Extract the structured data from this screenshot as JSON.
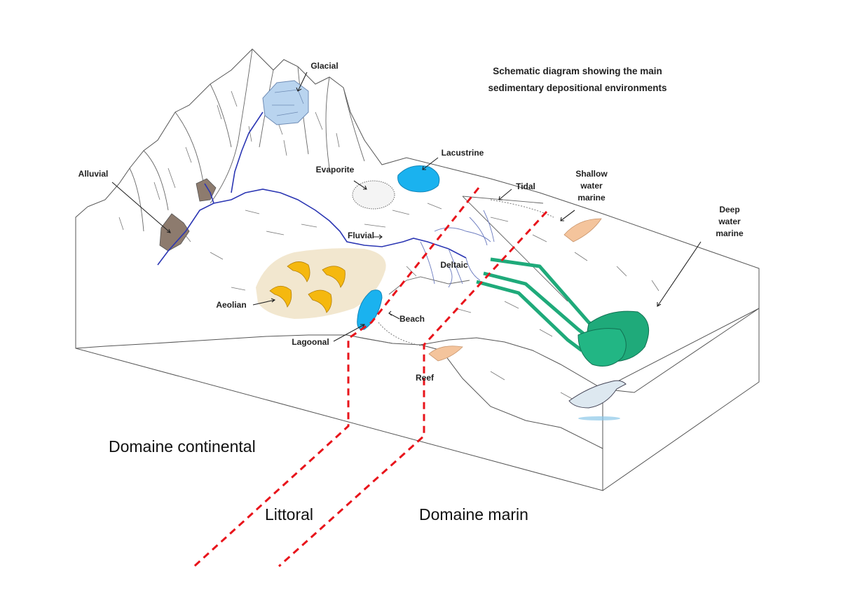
{
  "title": {
    "line1": "Schematic diagram showing the main",
    "line2": "sedimentary depositional environments"
  },
  "environments": {
    "glacial": "Glacial",
    "alluvial": "Alluvial",
    "evaporite": "Evaporite",
    "lacustrine": "Lacustrine",
    "tidal": "Tidal",
    "shallow_marine": [
      "Shallow",
      "water",
      "marine"
    ],
    "deep_marine": [
      "Deep",
      "water",
      "marine"
    ],
    "fluvial": "Fluvial",
    "deltaic": "Deltaic",
    "aeolian": "Aeolian",
    "beach": "Beach",
    "lagoonal": "Lagoonal",
    "reef": "Reef"
  },
  "domains": {
    "continental": "Domaine continental",
    "littoral": "Littoral",
    "marine": "Domaine marin"
  },
  "colors": {
    "boundary_line": "#e8141b",
    "lake": "#1ab2ef",
    "glacier": "#b9d4ef",
    "alluvial_fan": "#8d7b6e",
    "dunes_area": "#f2e7cf",
    "dunes": "#f5b80f",
    "reef": "#f4c49c",
    "turbidite_fan": "#1faa7a",
    "river": "#2b36b3"
  }
}
